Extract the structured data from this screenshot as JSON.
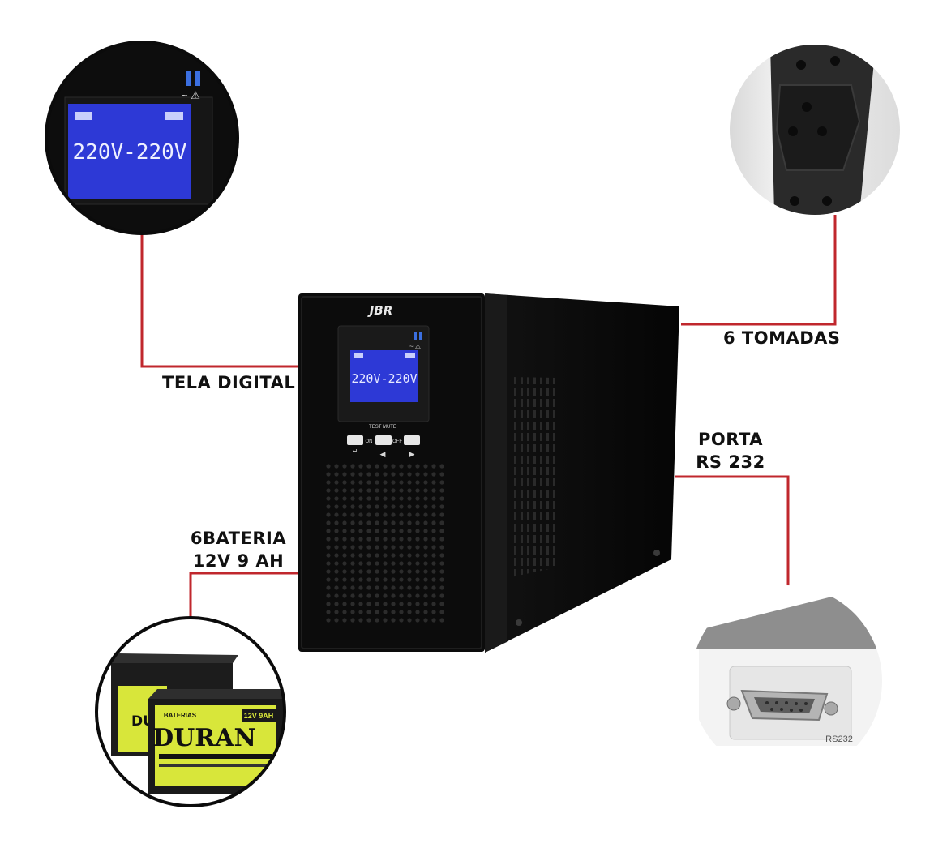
{
  "callouts": {
    "display": "TELA DIGITAL",
    "outlets": "6 TOMADAS",
    "port_line1": "PORTA",
    "port_line2": "RS 232",
    "battery_line1": "6BATERIA",
    "battery_line2": "12V 9 AH"
  },
  "ups": {
    "brand": "JBR",
    "lcd_reading": "220V-220V",
    "button_caption": "TEST MUTE",
    "on_label": "ON",
    "off_label": "OFF"
  },
  "battery": {
    "brand": "DURAN",
    "category": "BATERIAS",
    "spec": "12V 9AH"
  },
  "port_panel": {
    "label": "RS232"
  },
  "colors": {
    "connector_line": "#c0272d",
    "lcd_blue": "#2d39d6",
    "cabinet": "#0e0e0e",
    "battery_label": "#d8e63a"
  }
}
